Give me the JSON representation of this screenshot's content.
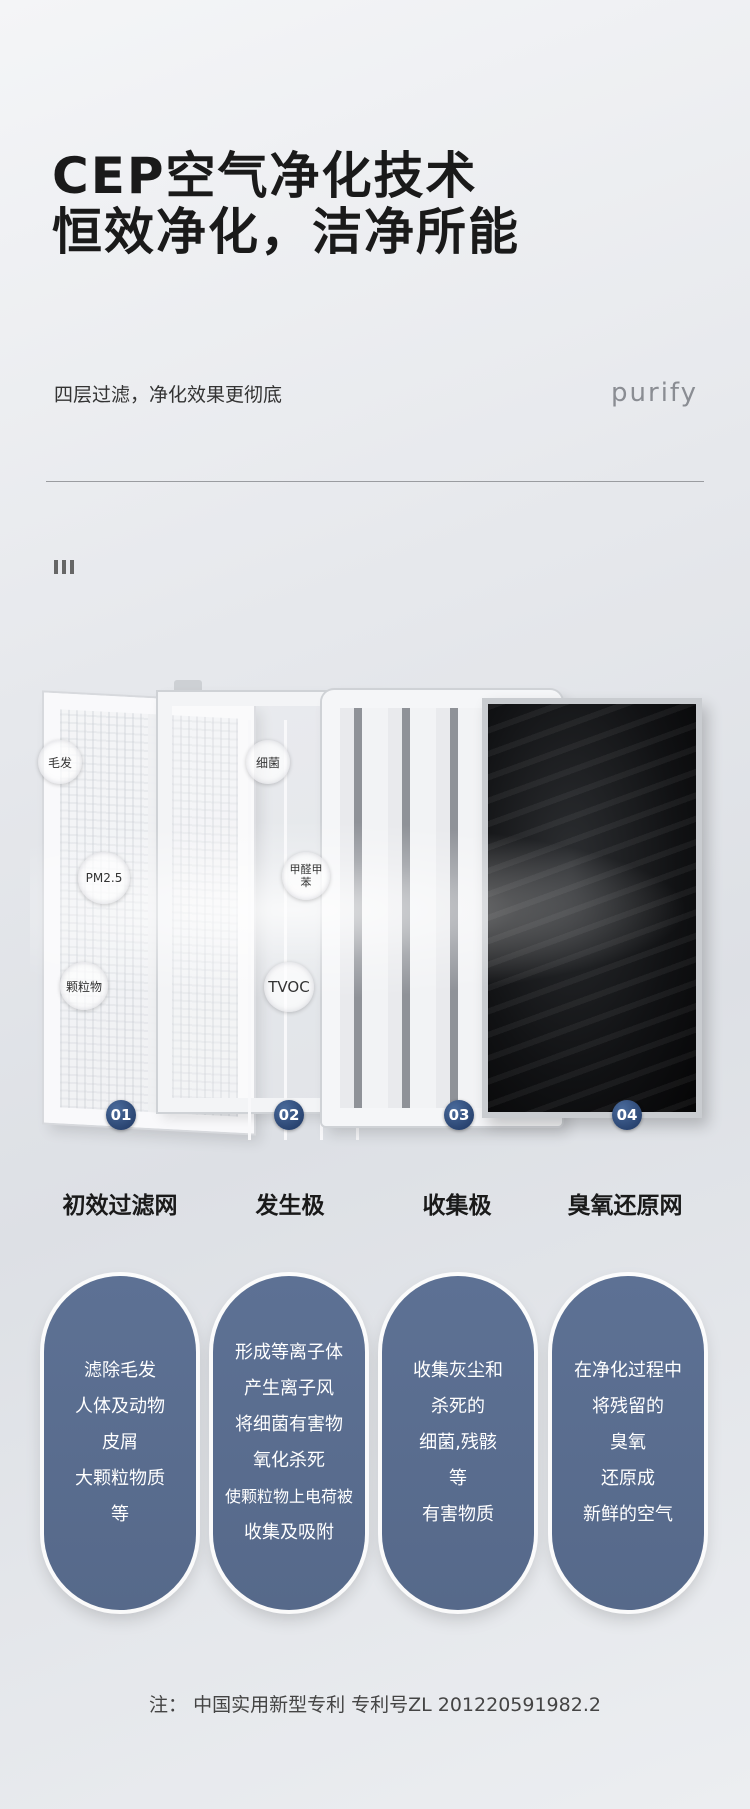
{
  "header": {
    "title_line1": "CEP空气净化技术",
    "title_line2": "恒效净化，洁净所能",
    "subtitle": "四层过滤，净化效果更彻底",
    "english_tag": "purify"
  },
  "icons": {
    "section_marker": "bars-icon"
  },
  "bubbles": [
    "毛发",
    "PM2.5",
    "颗粒物",
    "细菌",
    "甲醛甲苯",
    "TVOC"
  ],
  "layers": [
    {
      "number": "01",
      "name": "初效过滤网",
      "desc": [
        "滤除毛发",
        "人体及动物",
        "皮屑",
        "大颗粒物质",
        "等"
      ]
    },
    {
      "number": "02",
      "name": "发生极",
      "desc": [
        "形成等离子体",
        "产生离子风",
        "将细菌有害物",
        "氧化杀死",
        "使颗粒物上电荷被",
        "收集及吸附"
      ]
    },
    {
      "number": "03",
      "name": "收集极",
      "desc": [
        "收集灰尘和",
        "杀死的",
        "细菌,残骸",
        "等",
        "有害物质"
      ]
    },
    {
      "number": "04",
      "name": "臭氧还原网",
      "desc": [
        "在净化过程中",
        "将残留的",
        "臭氧",
        "还原成",
        "新鲜的空气"
      ]
    }
  ],
  "footer": {
    "note": "注：  中国实用新型专利  专利号ZL 201220591982.2"
  },
  "colors": {
    "pill_fill": "#5d7194",
    "badge": "#1d3560",
    "background": "#e6e8ec"
  }
}
